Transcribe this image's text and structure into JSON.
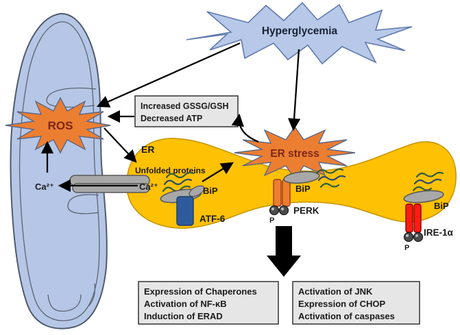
{
  "colors": {
    "mito_fill": "#b6c6e6",
    "mito_stroke": "#4f5b6b",
    "blue_star_fill": "#b7c8e8",
    "blue_star_stroke": "#5f7aad",
    "orange_star_fill": "#ec7e32",
    "orange_star_stroke": "#5a6785",
    "star_text": "#7b2616",
    "er_fill": "#ffc103",
    "er_stroke": "#c69500",
    "box_fill": "#e7e6e6",
    "box_stroke": "#3f3f3f",
    "atf6_fill": "#2e5b9c",
    "perk_fill": "#ed7d31",
    "ire1a_fill": "#fe1b12",
    "gray_part_fill": "#a8a8a8",
    "arrow": "#000000"
  },
  "hyperglycemia": {
    "label": "Hyperglycemia"
  },
  "ros": {
    "label": "ROS"
  },
  "er_stress": {
    "label": "ER stress"
  },
  "metabolite_box": {
    "line1": "Increased GSSG/GSH",
    "line2": "Decreased ATP"
  },
  "mitochondrion": {
    "calcium": "Ca²⁺"
  },
  "er": {
    "label": "ER",
    "unfolded_proteins": "Unfolded proteins",
    "calcium": "Ca²⁺",
    "bip_left": "BiP",
    "bip_middle": "BiP",
    "bip_right": "BiP",
    "atf6": "ATF-6",
    "perk": "PERK",
    "perk_p": "P",
    "ire1a": "IRE-1α",
    "ire1a_p": "P"
  },
  "outcomes": {
    "left": {
      "lines": [
        "Expression of Chaperones",
        "Activation of NF-κB",
        "Induction of ERAD"
      ]
    },
    "right": {
      "lines": [
        "Activation of JNK",
        "Expression of CHOP",
        "Activation of caspases"
      ]
    }
  }
}
